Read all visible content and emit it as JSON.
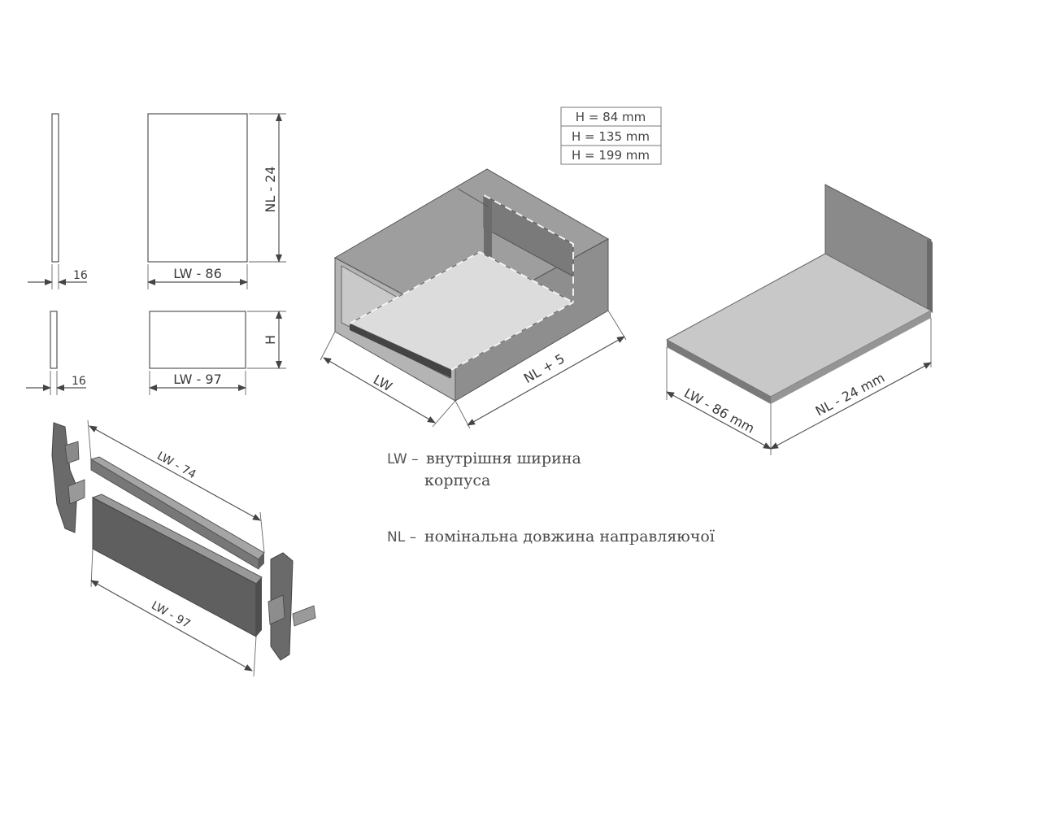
{
  "heights_table": {
    "rows": [
      "H = 84 mm",
      "H = 135 mm",
      "H = 199 mm"
    ]
  },
  "panels": {
    "side_thickness_top": "16",
    "side_thickness_bottom": "16",
    "bottom_panel_width": "LW - 86",
    "bottom_panel_length": "NL - 24",
    "back_panel_width": "LW - 97",
    "back_panel_height": "H"
  },
  "cabinet": {
    "width_label": "LW",
    "length_label": "NL + 5"
  },
  "bottom_part": {
    "width_label": "LW - 86 mm",
    "length_label": "NL - 24 mm"
  },
  "rail_set": {
    "rail_label": "LW - 74",
    "back_label": "LW - 97"
  },
  "legend": {
    "lw_term": "LW –",
    "lw_text_line1": "внутрішня ширина",
    "lw_text_line2": "корпуса",
    "nl_term": "NL –",
    "nl_text": "номінальна довжина направляючої"
  }
}
